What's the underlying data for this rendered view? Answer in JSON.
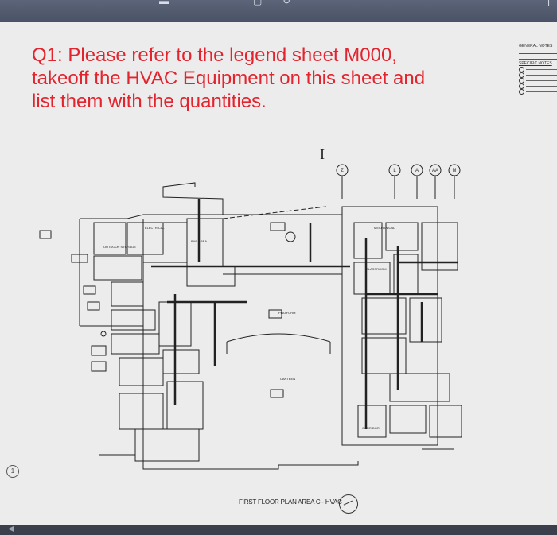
{
  "question": {
    "line1": "Q1: Please refer to the legend sheet M000,",
    "line2": "takeoff the HVAC Equipment on this sheet and",
    "line3": "list them with the quantities."
  },
  "notes": {
    "general": "GENERAL NOTES",
    "specific": "SPECIFIC NOTES"
  },
  "plan": {
    "title": "FIRST FLOOR PLAN AREA C - HVAC",
    "grid_labels": [
      "Z",
      "L",
      "A",
      "AA",
      "M"
    ],
    "side_marker": "1",
    "section_mark": "I"
  },
  "colors": {
    "question_text": "#e3242e",
    "paper": "#ececec",
    "line": "#222222"
  }
}
